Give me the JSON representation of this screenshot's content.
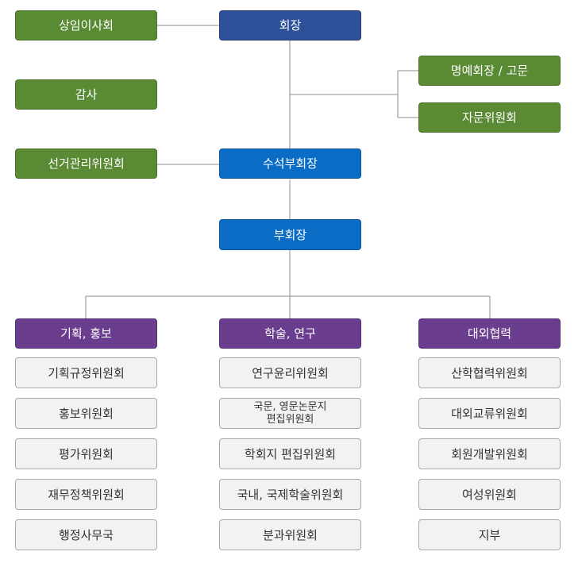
{
  "top": {
    "chairman": "회장",
    "standing_board": "상임이사회",
    "auditor": "감사",
    "election_committee": "선거관리위원회",
    "honorary": "명예회장 / 고문",
    "advisory_committee": "자문위원회",
    "senior_vice_president": "수석부회장",
    "vice_president": "부회장"
  },
  "divisions": [
    {
      "title": "기획, 홍보",
      "committees": [
        "기획규정위원회",
        "홍보위원회",
        "평가위원회",
        "재무정책위원회",
        "행정사무국"
      ]
    },
    {
      "title": "학술, 연구",
      "committees": [
        "연구윤리위원회",
        "국문, 영문논문지\n편집위원회",
        "학회지 편집위원회",
        "국내, 국제학술위원회",
        "분과위원회"
      ]
    },
    {
      "title": "대외협력",
      "committees": [
        "산학협력위원회",
        "대외교류위원회",
        "회원개발위원회",
        "여성위원회",
        "지부"
      ]
    }
  ],
  "colors": {
    "staff_box": "#5a8a34",
    "chairman_box": "#2d5198",
    "vice_box": "#0a6cc4",
    "division_box": "#6b3d8f",
    "committee_box": "#f2f2f2",
    "connector": "#8c8c8c"
  }
}
